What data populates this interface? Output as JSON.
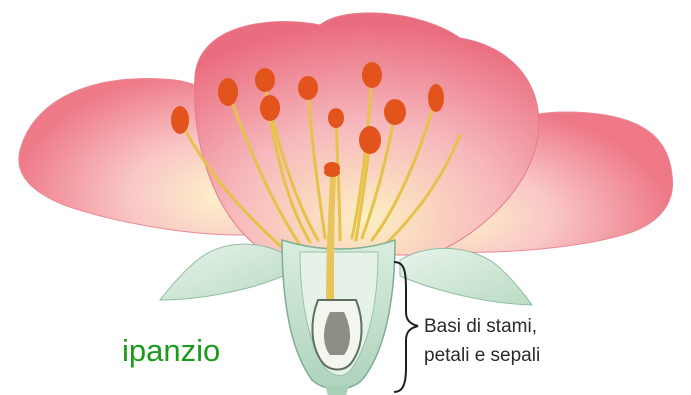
{
  "labels": {
    "ipanzio": "ipanzio",
    "bracket_line1": "Basi di stami,",
    "bracket_line2": "petali e sepali"
  },
  "colors": {
    "petal": "#f07f8e",
    "petal_light": "#fbe7c8",
    "anther": "#e2541c",
    "filament": "#e6c24a",
    "sepal": "#cfe6d6",
    "label_green": "#1b9a1b",
    "label_text": "#2b2b2b"
  }
}
